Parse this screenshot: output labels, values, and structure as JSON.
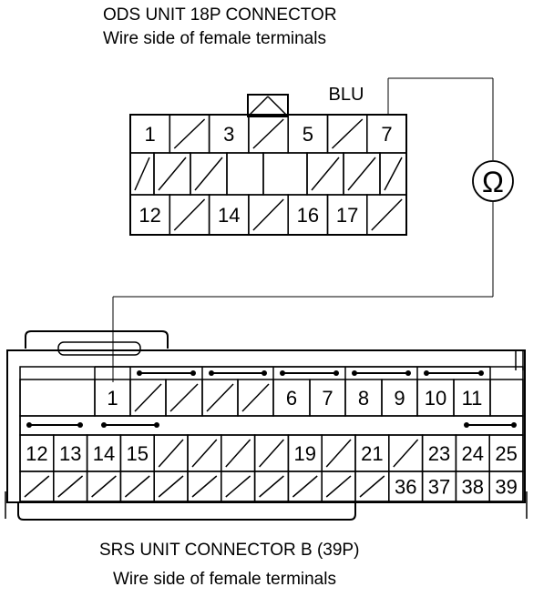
{
  "ods_connector": {
    "title": "ODS UNIT 18P CONNECTOR",
    "subtitle": "Wire side of female terminals",
    "wire_color_label": "BLU",
    "rows": [
      [
        "1",
        "/",
        "3",
        "/",
        "5",
        "/",
        "7"
      ],
      [
        "/",
        "/",
        "/",
        "",
        "",
        "/",
        "/",
        "/"
      ],
      [
        "12",
        "/",
        "14",
        "/",
        "16",
        "17",
        "/"
      ]
    ]
  },
  "meter": {
    "symbol": "Ω"
  },
  "srs_connector": {
    "title": "SRS UNIT CONNECTOR B (39P)",
    "subtitle": "Wire side of female terminals",
    "rows": [
      [
        "",
        "1",
        "/",
        "/",
        "/",
        "/",
        "6",
        "7",
        "8",
        "9",
        "10",
        "11",
        ""
      ],
      [
        "12",
        "13",
        "14",
        "15",
        "/",
        "/",
        "/",
        "/",
        "19",
        "/",
        "21",
        "/",
        "23",
        "24",
        "25"
      ],
      [
        "/",
        "/",
        "/",
        "/",
        "/",
        "/",
        "/",
        "/",
        "/",
        "/",
        "/",
        "36",
        "37",
        "38",
        "39"
      ]
    ]
  }
}
